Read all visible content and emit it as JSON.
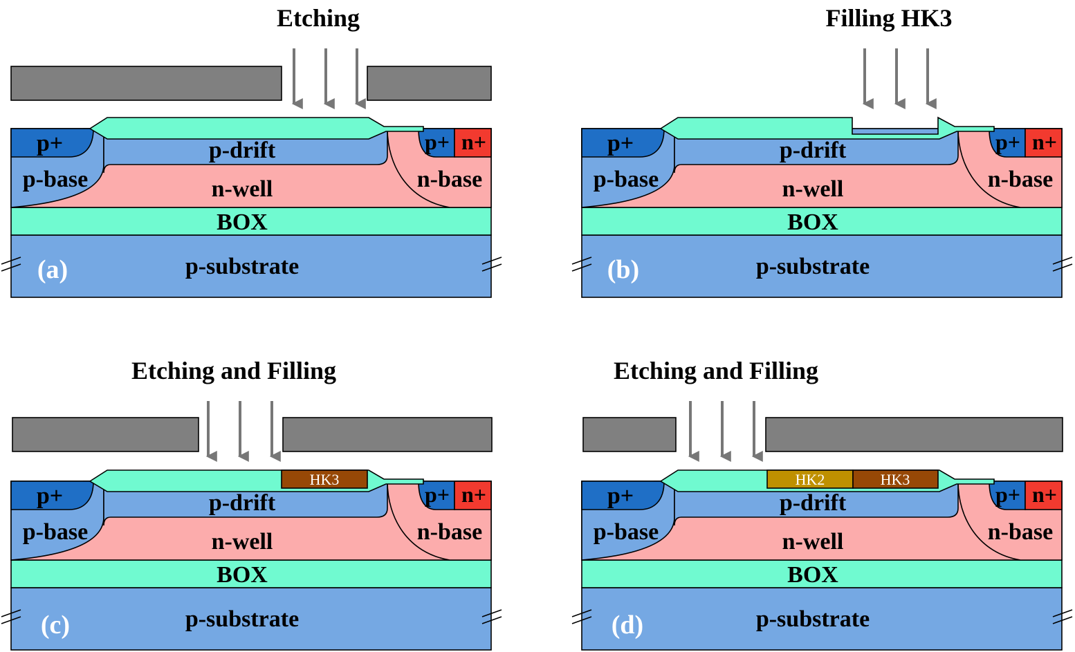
{
  "colors": {
    "p_plus": "#1f6fc6",
    "n_plus": "#f23a2f",
    "p_region": "#75a8e3",
    "n_region": "#fcacac",
    "oxide": "#70fad0",
    "mask": "#808080",
    "arrow": "#777777",
    "hk2": "#bf9000",
    "hk3": "#974806"
  },
  "panels": [
    {
      "id": "a",
      "label": "(a)",
      "title": "Etching",
      "layers": {
        "p_plus_left": "p+",
        "p_base": "p-base",
        "p_drift": "p-drift",
        "n_well": "n-well",
        "p_plus_right": "p+",
        "n_plus": "n+",
        "n_base": "n-base",
        "box": "BOX",
        "substrate": "p-substrate"
      },
      "fills": []
    },
    {
      "id": "b",
      "label": "(b)",
      "title": "Filling HK3",
      "layers": {
        "p_plus_left": "p+",
        "p_base": "p-base",
        "p_drift": "p-drift",
        "n_well": "n-well",
        "p_plus_right": "p+",
        "n_plus": "n+",
        "n_base": "n-base",
        "box": "BOX",
        "substrate": "p-substrate"
      },
      "fills": []
    },
    {
      "id": "c",
      "label": "(c)",
      "title": "Etching and Filling",
      "layers": {
        "p_plus_left": "p+",
        "p_base": "p-base",
        "p_drift": "p-drift",
        "n_well": "n-well",
        "p_plus_right": "p+",
        "n_plus": "n+",
        "n_base": "n-base",
        "box": "BOX",
        "substrate": "p-substrate"
      },
      "fills": [
        {
          "label": "HK3"
        }
      ]
    },
    {
      "id": "d",
      "label": "(d)",
      "title": "Etching and Filling",
      "layers": {
        "p_plus_left": "p+",
        "p_base": "p-base",
        "p_drift": "p-drift",
        "n_well": "n-well",
        "p_plus_right": "p+",
        "n_plus": "n+",
        "n_base": "n-base",
        "box": "BOX",
        "substrate": "p-substrate"
      },
      "fills": [
        {
          "label": "HK2"
        },
        {
          "label": "HK3"
        }
      ]
    }
  ]
}
